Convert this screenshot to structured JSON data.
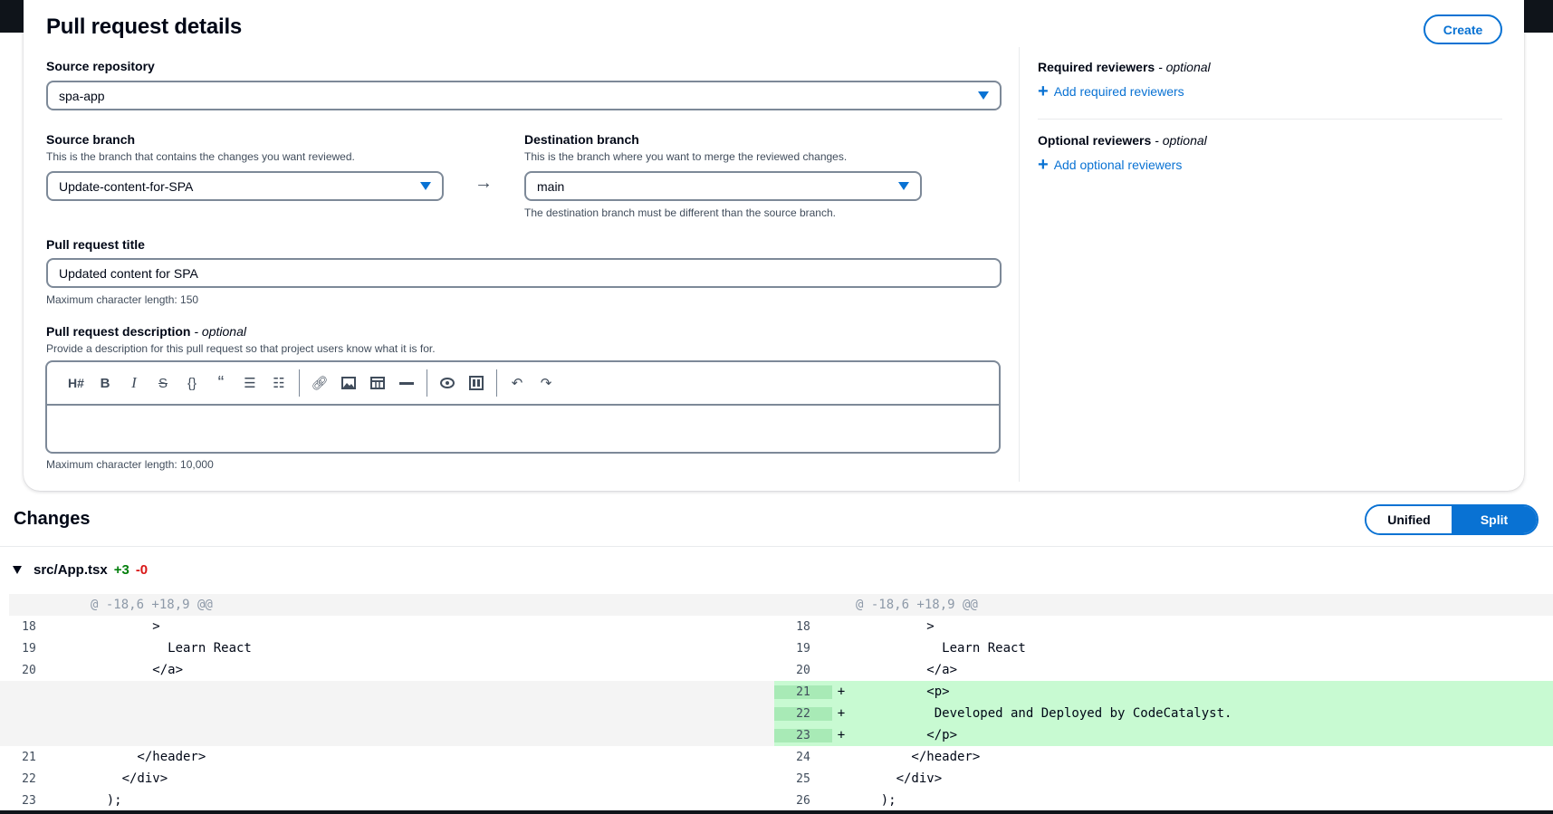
{
  "details": {
    "title": "Pull request details",
    "create_label": "Create",
    "source_repo": {
      "label": "Source repository",
      "value": "spa-app"
    },
    "source_branch": {
      "label": "Source branch",
      "desc": "This is the branch that contains the changes you want reviewed.",
      "value": "Update-content-for-SPA"
    },
    "dest_branch": {
      "label": "Destination branch",
      "desc": "This is the branch where you want to merge the reviewed changes.",
      "value": "main",
      "hint": "The destination branch must be different than the source branch."
    },
    "arrow": "→",
    "pr_title": {
      "label": "Pull request title",
      "value": "Updated content for SPA",
      "hint": "Maximum character length: 150"
    },
    "pr_desc": {
      "label": "Pull request description",
      "optional": "- optional",
      "desc": "Provide a description for this pull request so that project users know what it is for.",
      "hint": "Maximum character length: 10,000"
    },
    "required_reviewers": {
      "label": "Required reviewers",
      "optional": "- optional",
      "link": "Add required reviewers"
    },
    "optional_reviewers": {
      "label": "Optional reviewers",
      "optional": "- optional",
      "link": "Add optional reviewers"
    }
  },
  "toolbar_icons": [
    "heading-icon",
    "bold-icon",
    "italic-icon",
    "strikethrough-icon",
    "code-icon",
    "quote-icon",
    "bullet-list-icon",
    "numbered-list-icon",
    "link-icon",
    "image-icon",
    "table-icon",
    "horizontal-rule-icon",
    "preview-icon",
    "split-view-icon",
    "undo-icon",
    "redo-icon"
  ],
  "changes": {
    "title": "Changes",
    "unified_label": "Unified",
    "split_label": "Split",
    "file": {
      "name": "src/App.tsx",
      "added": "+3",
      "removed": "-0"
    },
    "hunk": "@ -18,6 +18,9 @@",
    "left": [
      {
        "n": "18",
        "code": "          >"
      },
      {
        "n": "19",
        "code": "            Learn React"
      },
      {
        "n": "20",
        "code": "          </a>"
      },
      {
        "n": "",
        "code": ""
      },
      {
        "n": "",
        "code": ""
      },
      {
        "n": "",
        "code": ""
      },
      {
        "n": "21",
        "code": "        </header>"
      },
      {
        "n": "22",
        "code": "      </div>"
      },
      {
        "n": "23",
        "code": "    );"
      }
    ],
    "right": [
      {
        "n": "18",
        "code": "          >",
        "m": ""
      },
      {
        "n": "19",
        "code": "            Learn React",
        "m": ""
      },
      {
        "n": "20",
        "code": "          </a>",
        "m": ""
      },
      {
        "n": "21",
        "code": "          <p>",
        "m": "+"
      },
      {
        "n": "22",
        "code": "           Developed and Deployed by CodeCatalyst.",
        "m": "+"
      },
      {
        "n": "23",
        "code": "          </p>",
        "m": "+"
      },
      {
        "n": "24",
        "code": "        </header>",
        "m": ""
      },
      {
        "n": "25",
        "code": "      </div>",
        "m": ""
      },
      {
        "n": "26",
        "code": "    );",
        "m": ""
      }
    ]
  },
  "colors": {
    "accent": "#0972d3",
    "added_bg": "#c8fad2",
    "added_count": "#037f0c",
    "removed_count": "#d91515"
  }
}
